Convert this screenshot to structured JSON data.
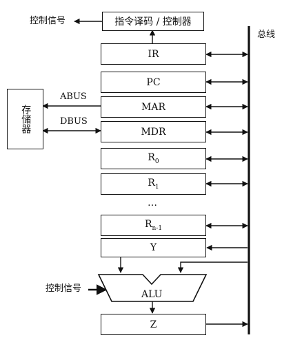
{
  "diagram": {
    "top_control_signal": "控制信号",
    "decoder_controller": "指令译码 / 控制器",
    "bus_label": "总线",
    "memory_label": "存储器",
    "abus_label": "ABUS",
    "dbus_label": "DBUS",
    "registers": {
      "ir": "IR",
      "pc": "PC",
      "mar": "MAR",
      "mdr": "MDR",
      "r0_base": "R",
      "r0_sub": "0",
      "r1_base": "R",
      "r1_sub": "1",
      "ellipsis": "…",
      "rn1_base": "R",
      "rn1_sub": "n-1",
      "y": "Y",
      "z": "Z"
    },
    "alu_label": "ALU",
    "alu_control_signal": "控制信号"
  }
}
